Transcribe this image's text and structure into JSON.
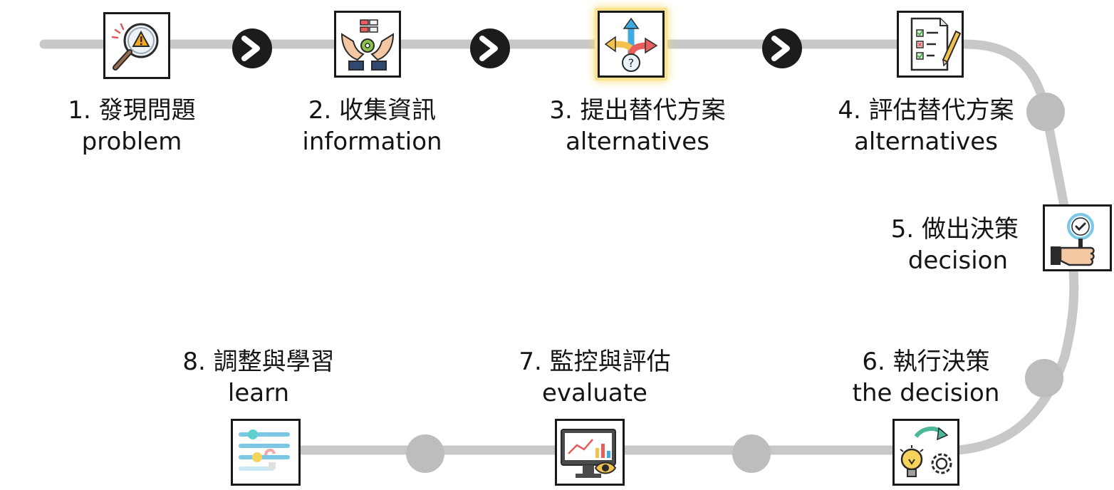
{
  "steps": [
    {
      "number": "1.",
      "zh": "發現問題",
      "en": "problem",
      "icon": "magnifier-warning-icon"
    },
    {
      "number": "2.",
      "zh": "收集資訊",
      "en": "information",
      "icon": "hands-gear-data-icon"
    },
    {
      "number": "3.",
      "zh": "提出替代方案",
      "en": "alternatives",
      "icon": "crossroad-arrows-question-icon"
    },
    {
      "number": "4.",
      "zh": "評估替代方案",
      "en": "alternatives",
      "icon": "checklist-pencil-icon"
    },
    {
      "number": "5.",
      "zh": "做出決策",
      "en": "decision",
      "icon": "hand-magnifier-check-icon"
    },
    {
      "number": "6.",
      "zh": "執行決策",
      "en": "the decision",
      "icon": "lightbulb-gear-arrow-icon"
    },
    {
      "number": "7.",
      "zh": "監控與評估",
      "en": "evaluate",
      "icon": "monitor-chart-eye-icon"
    },
    {
      "number": "8.",
      "zh": "調整與學習",
      "en": "learn",
      "icon": "adjustment-sliders-icon"
    }
  ],
  "connectors": {
    "arrow": "chevron-right-icon",
    "node": "gray-circle-node"
  },
  "colors": {
    "path": "#c8c8c8",
    "node": "#bdbdbd",
    "arrow_circle": "#1c1c1c",
    "highlight": "#f8d86a"
  }
}
